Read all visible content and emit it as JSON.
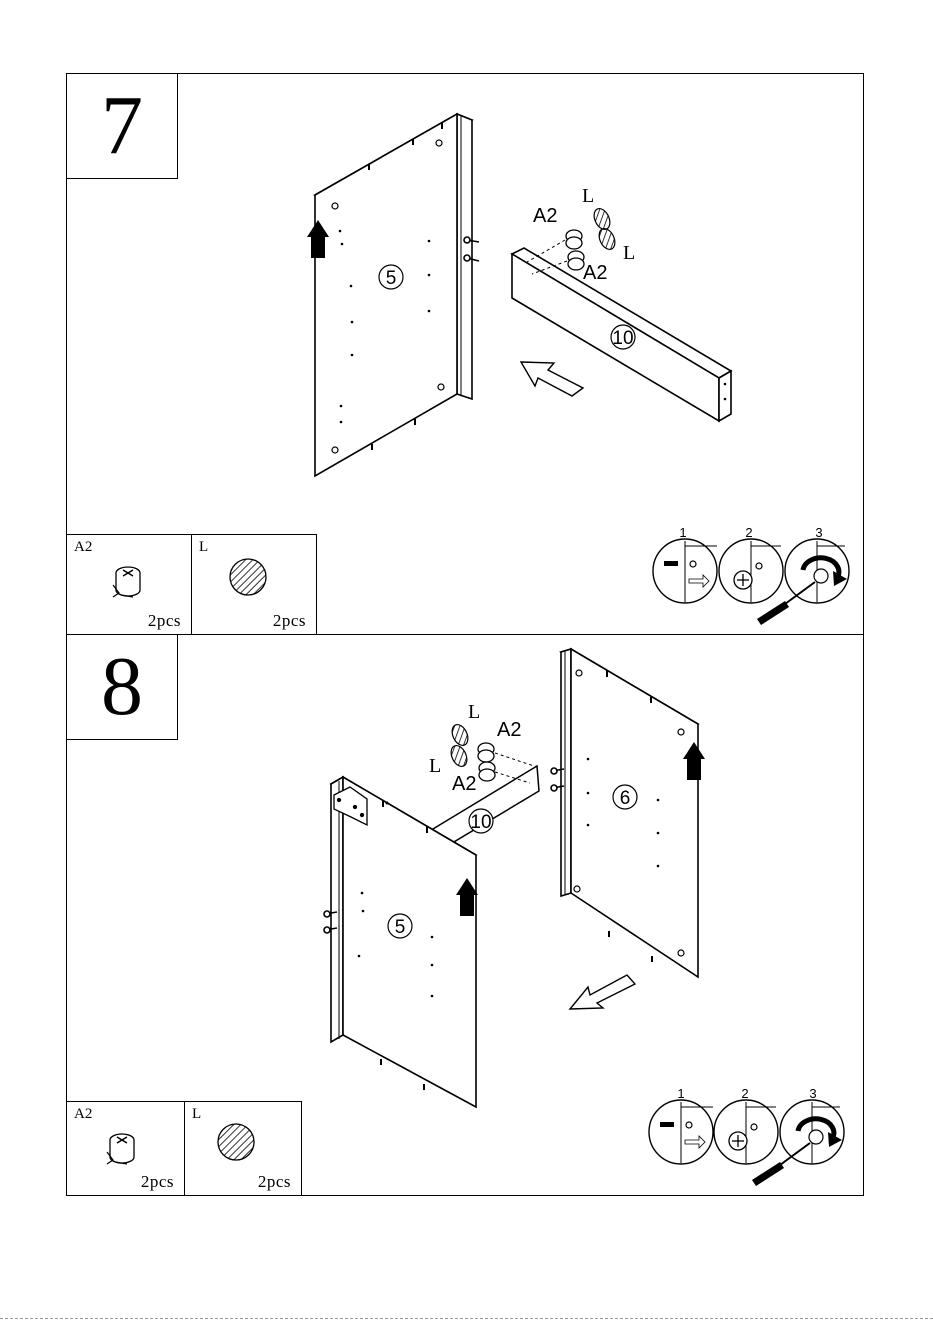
{
  "steps": [
    {
      "number": "7",
      "parts": [
        {
          "code": "A2",
          "qty": "2pcs",
          "icon": "cam-lock-icon"
        },
        {
          "code": "L",
          "qty": "2pcs",
          "icon": "wooden-dowel-icon"
        }
      ],
      "callouts": {
        "a2_top": "A2",
        "a2_bottom": "A2",
        "l_top": "L",
        "l_bottom": "L"
      },
      "panels": {
        "side": "5",
        "rail": "10"
      },
      "procedure": [
        "1",
        "2",
        "3"
      ]
    },
    {
      "number": "8",
      "parts": [
        {
          "code": "A2",
          "qty": "2pcs",
          "icon": "cam-lock-icon"
        },
        {
          "code": "L",
          "qty": "2pcs",
          "icon": "wooden-dowel-icon"
        }
      ],
      "callouts": {
        "a2_top": "A2",
        "a2_bottom": "A2",
        "l_top": "L",
        "l_bottom": "L"
      },
      "panels": {
        "left": "5",
        "rail": "10",
        "right": "6"
      },
      "procedure": [
        "1",
        "2",
        "3"
      ]
    }
  ]
}
